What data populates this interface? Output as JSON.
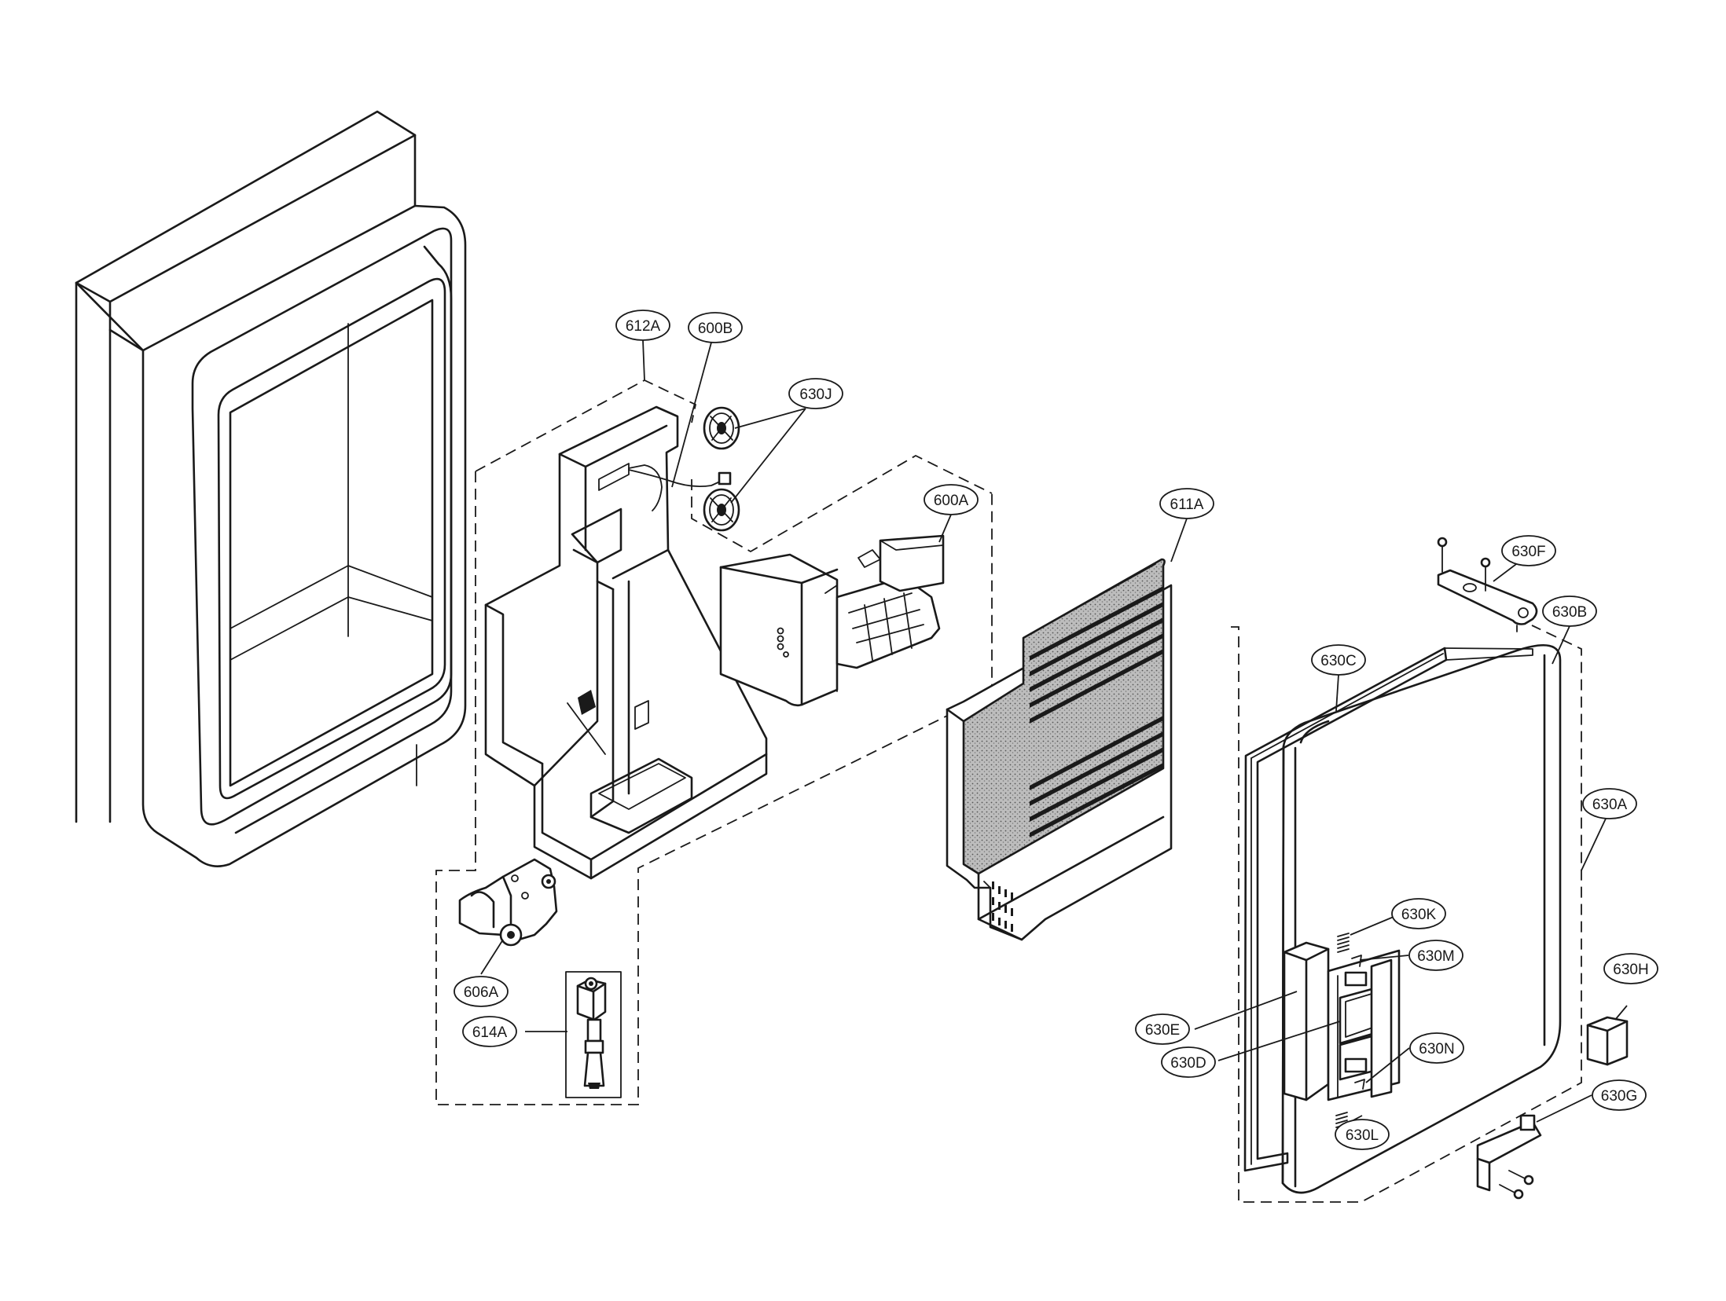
{
  "labels": {
    "l612A": "612A",
    "l600B": "600B",
    "l630J": "630J",
    "l600A": "600A",
    "l611A": "611A",
    "l630F": "630F",
    "l630B": "630B",
    "l630C": "630C",
    "l630A": "630A",
    "l630K": "630K",
    "l630M": "630M",
    "l630E": "630E",
    "l630D": "630D",
    "l630N": "630N",
    "l630L": "630L",
    "l630H": "630H",
    "l630G": "630G",
    "l606A": "606A",
    "l614A": "614A"
  }
}
